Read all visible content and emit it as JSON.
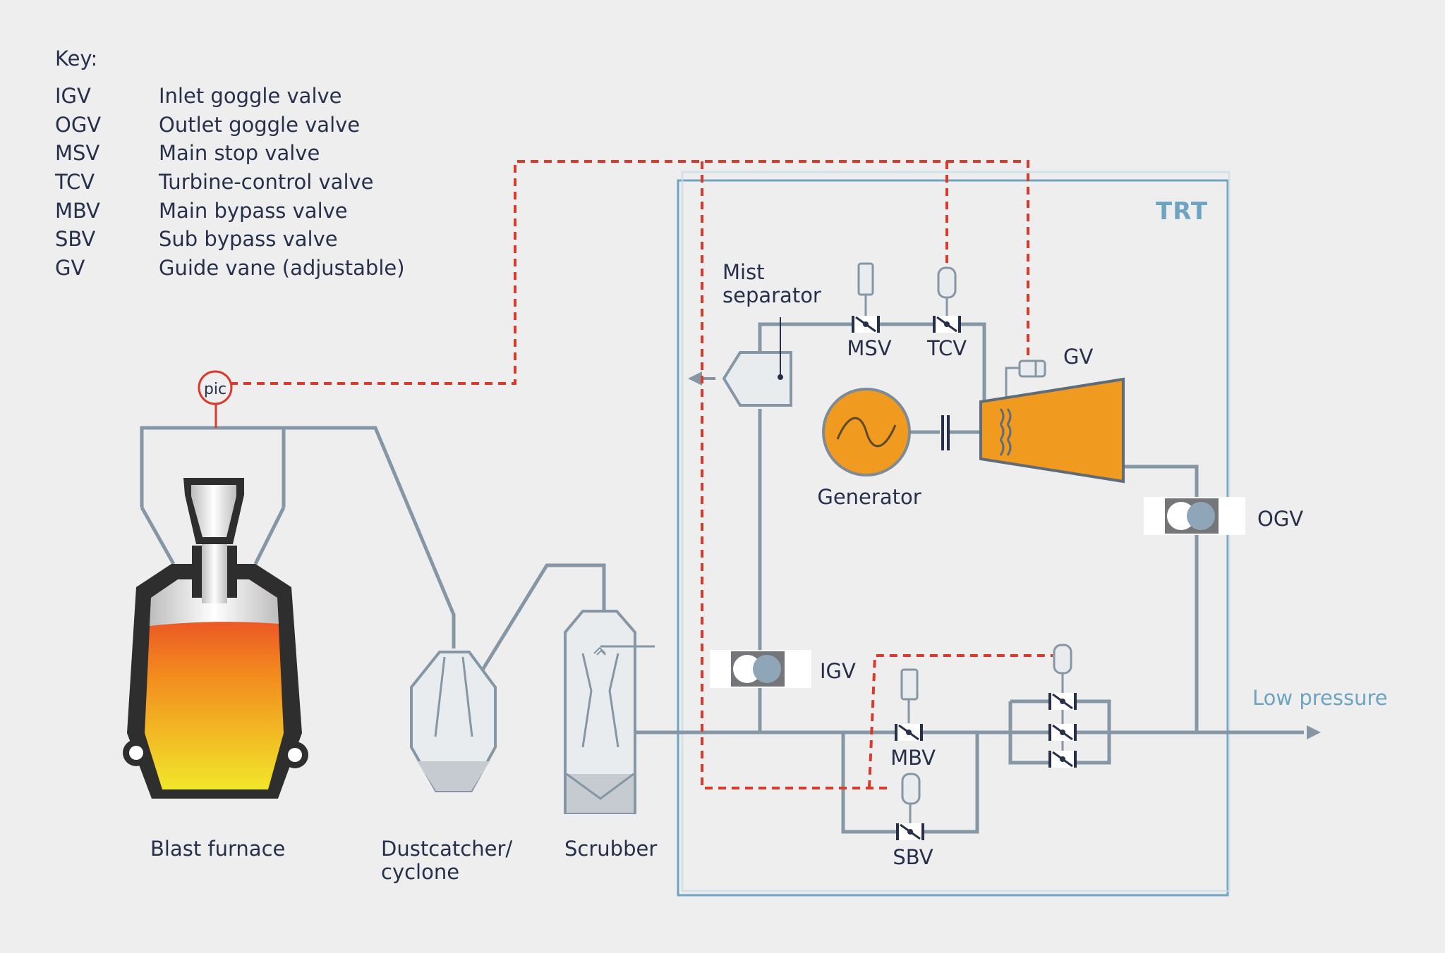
{
  "key": {
    "heading": "Key:",
    "entries": [
      {
        "abbr": "IGV",
        "desc": "Inlet goggle valve"
      },
      {
        "abbr": "OGV",
        "desc": "Outlet goggle valve"
      },
      {
        "abbr": "MSV",
        "desc": "Main stop valve"
      },
      {
        "abbr": "TCV",
        "desc": "Turbine-control valve"
      },
      {
        "abbr": "MBV",
        "desc": "Main bypass valve"
      },
      {
        "abbr": "SBV",
        "desc": "Sub bypass valve"
      },
      {
        "abbr": "GV",
        "desc": "Guide vane (adjustable)"
      }
    ]
  },
  "labels": {
    "trt": "TRT",
    "pic": "pic",
    "mist_separator_line1": "Mist",
    "mist_separator_line2": "separator",
    "msv": "MSV",
    "tcv": "TCV",
    "gv": "GV",
    "generator": "Generator",
    "ogv": "OGV",
    "igv": "IGV",
    "mbv": "MBV",
    "sbv": "SBV",
    "low_pressure": "Low pressure",
    "blast_furnace": "Blast furnace",
    "dustcatcher_line1": "Dustcatcher/",
    "dustcatcher_line2": "cyclone",
    "scrubber": "Scrubber"
  },
  "colors": {
    "background": "#eeeeee",
    "pipe": "#8596a4",
    "control_line": "#d93a2b",
    "trt_frame": "#6ea3c1",
    "turbine": "#f09a1f",
    "text": "#26304a"
  }
}
